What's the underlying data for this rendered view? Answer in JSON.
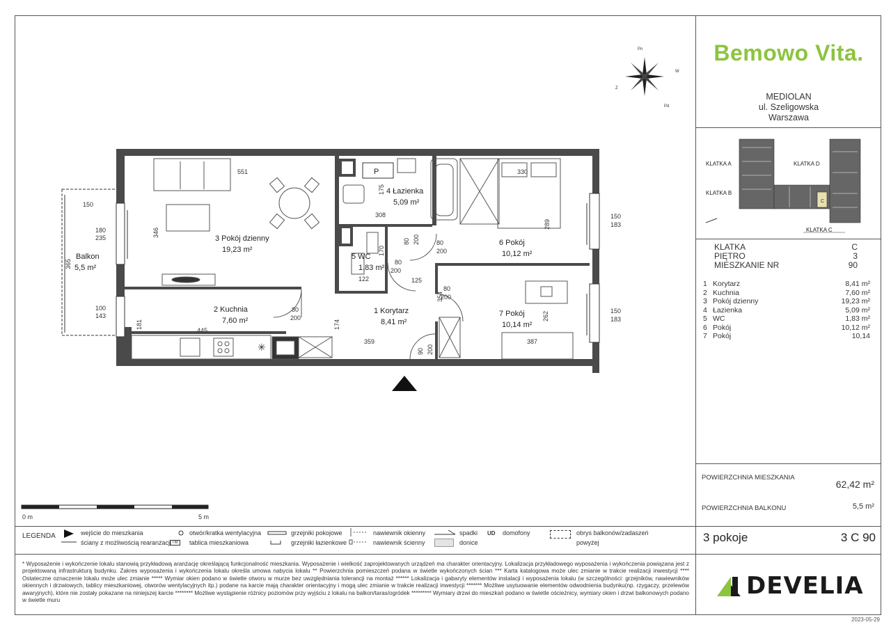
{
  "brand": {
    "name": "Bemowo Vita",
    "dot": "."
  },
  "location": {
    "project": "MEDIOLAN",
    "street": "ul. Szeligowska",
    "city": "Warszawa"
  },
  "keyplan": {
    "klatka_a": "KLATKA A",
    "klatka_b": "KLATKA B",
    "klatka_c": "KLATKA C",
    "klatka_d": "KLATKA D",
    "unit_marker": "C"
  },
  "info": {
    "klatka_label": "KLATKA",
    "klatka_value": "C",
    "pietro_label": "PIĘTRO",
    "pietro_value": "3",
    "mieszkanie_label": "MIESZKANIE NR",
    "mieszkanie_value": "90"
  },
  "rooms": [
    {
      "n": "1",
      "name": "Korytarz",
      "area": "8,41 m²"
    },
    {
      "n": "2",
      "name": "Kuchnia",
      "area": "7,60 m²"
    },
    {
      "n": "3",
      "name": "Pokój dzienny",
      "area": "19,23 m²"
    },
    {
      "n": "4",
      "name": "Łazienka",
      "area": "5,09 m²"
    },
    {
      "n": "5",
      "name": "WC",
      "area": "1,83 m²"
    },
    {
      "n": "6",
      "name": "Pokój",
      "area": "10,12 m²"
    },
    {
      "n": "7",
      "name": "Pokój",
      "area": "10,14"
    }
  ],
  "summary": {
    "powierzchnia_label": "POWIERZCHNIA MIESZKANIA",
    "powierzchnia_value": "62,42 m²",
    "balkon_label": "POWIERZCHNIA BALKONU",
    "balkon_value": "5,5 m²",
    "pokoje": "3 pokoje",
    "code": "3 C 90"
  },
  "developer": {
    "name": "DEVELIA"
  },
  "compass": {
    "n": "Pn",
    "e": "W",
    "w": "Z",
    "s": "Pd"
  },
  "plan": {
    "room1": "1  Korytarz",
    "room1_area": "8,41 m²",
    "room2": "2  Kuchnia",
    "room2_area": "7,60 m²",
    "room3": "3  Pokój dzienny",
    "room3_area": "19,23 m²",
    "room4": "4  Łazienka",
    "room4_area": "5,09 m²",
    "room5": "5  WC",
    "room5_area": "1,83 m²",
    "room6": "6  Pokój",
    "room6_area": "10,12 m²",
    "room7": "7  Pokój",
    "room7_area": "10,14 m²",
    "balkon": "Balkon",
    "balkon_area": "5,5 m²",
    "p_label": "P",
    "dims": [
      "551",
      "150",
      "180",
      "235",
      "346",
      "365",
      "100",
      "143",
      "181",
      "445",
      "80",
      "200",
      "174",
      "359",
      "175",
      "308",
      "170",
      "80",
      "200",
      "122",
      "125",
      "354",
      "80",
      "200",
      "90",
      "200",
      "330",
      "289",
      "80",
      "200",
      "150",
      "183",
      "387",
      "262",
      "150",
      "183",
      "80",
      "200"
    ]
  },
  "scale": {
    "start": "0 m",
    "end": "5 m"
  },
  "legend": {
    "title": "LEGENDA",
    "wejscie": "wejście do mieszkania",
    "sciany": "ściany z możliwością rearanżacji",
    "otwor": "otwór/kratka wentylacyjna",
    "tablica": "tablica mieszkaniowa",
    "grzejniki_pok": "grzejniki pokojowe",
    "grzejniki_laz": "grzejniki łazienkowe",
    "nawiewnik_okienny": "nawiewnik okienny",
    "nawiewnik_scienny": "nawiewnik ścienny",
    "spadki": "spadki",
    "donice": "donice",
    "domofony": "domofony",
    "obrys": "obrys balkonów/zadaszeń",
    "powyzej": "powyżej",
    "tablica_icon": "TM"
  },
  "footnote": "* Wyposażenie i wykończenie lokalu stanowią przykładową aranżację określającą funkcjonalność mieszkania. Wyposażenie i wielkość zaprojektowanych urządzeń ma charakter orientacyjny. Lokalizacja przykładowego wyposażenia i wykończenia powiązana jest z projektowaną infrastrukturą budynku. Zakres wyposażenia i wykończenia lokalu określa umowa nabycia lokalu ** Powierzchnia pomieszczeń podana w świetle wykończonych ścian *** Karta katalogowa może ulec zmianie w trakcie realizacji inwestycji **** Ostateczne oznaczenie lokalu może ulec zmianie ***** Wymiar okien podano w świetle otworu w murze bez uwzględniania tolerancji na montaż ****** Lokalizacja i gabaryty elementów instalacji i wyposażenia lokalu (w szczególności: grzejników, nawiewników okiennych i drzwiowych, tablicy mieszkaniowej, otworów wentylacyjnych itp.) podane na karcie mają charakter orientacyjny i mogą ulec zmianie w trakcie realizacji inwestycji ******* Możliwe usytuowanie elementów odwodnienia budynku(np. rzygaczy, przelewów awaryjnych), które nie zostały pokazane na niniejszej karcie ******** Możliwe wystąpienie różnicy poziomów przy wyjściu z lokalu na balkon/taras/ogródek ********* Wymiary drzwi do mieszkań podano w świetle ościeżnicy, wymiary okien i drzwi balkonowych podano w świetle muru",
  "date": "2023-05-29",
  "colors": {
    "brand": "#8cc43f",
    "wall": "#4a4a4a",
    "text": "#222222",
    "highlight": "#e8e0b0"
  }
}
